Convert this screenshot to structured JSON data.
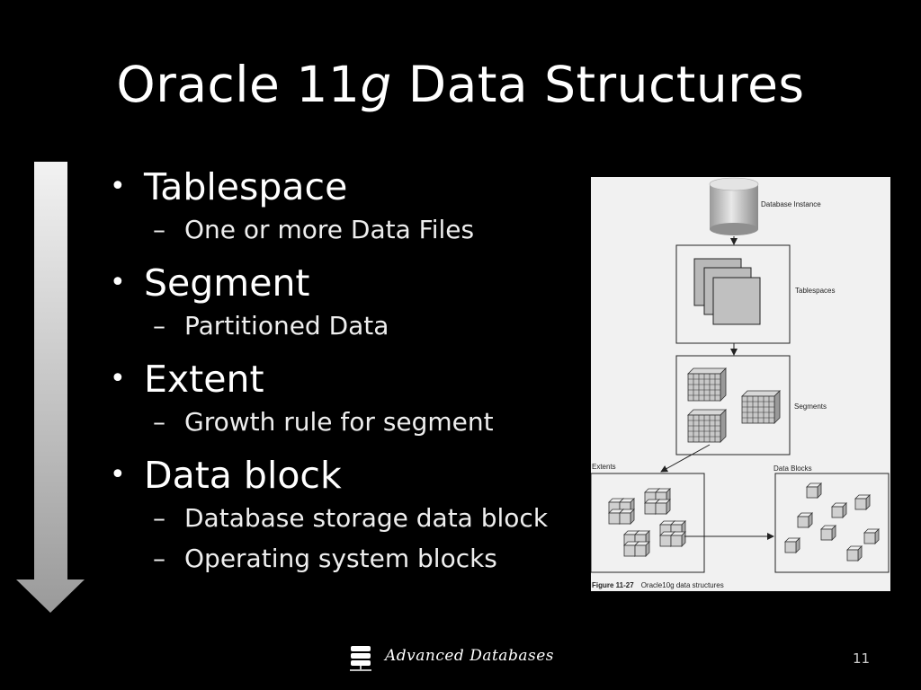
{
  "slide": {
    "title_before": "Oracle 11",
    "title_italic": "g",
    "title_after": " Data Structures",
    "bullets": [
      {
        "text": "Tablespace",
        "subs": [
          "One or more Data Files"
        ]
      },
      {
        "text": "Segment",
        "subs": [
          "Partitioned Data"
        ]
      },
      {
        "text": "Extent",
        "subs": [
          "Growth rule for segment"
        ]
      },
      {
        "text": "Data block",
        "subs": [
          "Database storage data block",
          "Operating system blocks"
        ]
      }
    ],
    "bullet_glyph": "•",
    "sub_glyph": "–",
    "footer_text": "Advanced Databases",
    "slide_number": "11"
  },
  "figure": {
    "labels": {
      "database_instance": "Database Instance",
      "tablespaces": "Tablespaces",
      "segments": "Segments",
      "extents": "Extents",
      "data_blocks": "Data Blocks"
    },
    "caption_number": "Figure 11-27",
    "caption_text": "Oracle10g data structures"
  },
  "colors": {
    "background": "#000000",
    "text": "#ffffff",
    "figure_bg": "#f1f1f1"
  }
}
